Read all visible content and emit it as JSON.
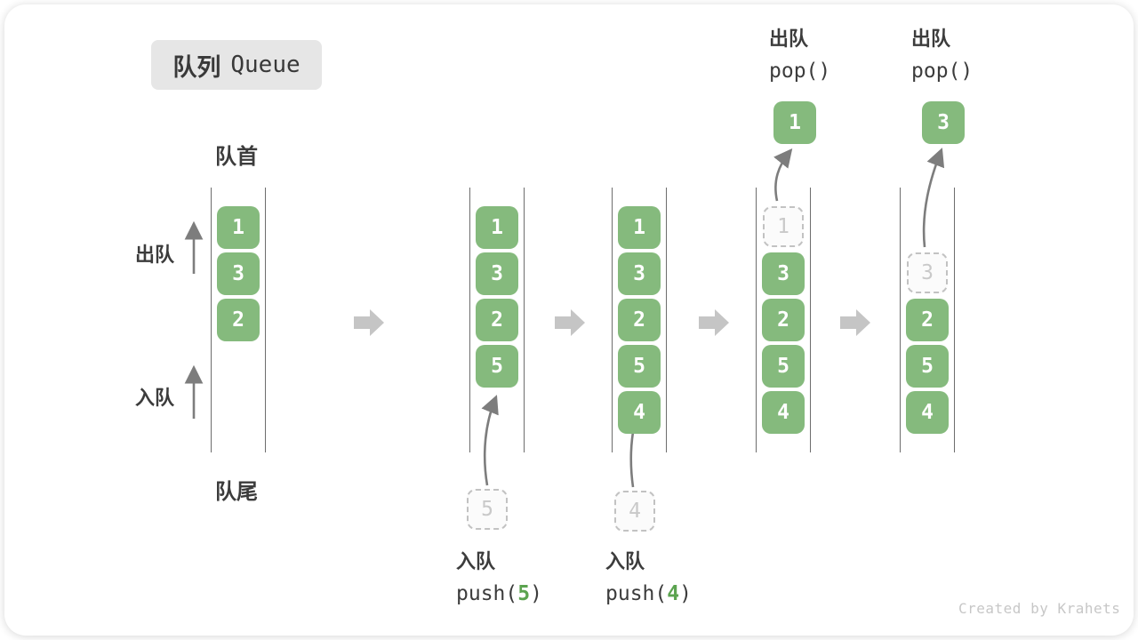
{
  "title": {
    "zh": "队列",
    "en": "Queue"
  },
  "labels": {
    "front": "队首",
    "rear": "队尾",
    "dequeue": "出队",
    "enqueue": "入队"
  },
  "operations": {
    "push5": {
      "label": "入队",
      "fn": "push(",
      "arg": "5",
      "close": ")"
    },
    "push4": {
      "label": "入队",
      "fn": "push(",
      "arg": "4",
      "close": ")"
    },
    "pop1": {
      "label": "出队",
      "code": "pop()"
    },
    "pop2": {
      "label": "出队",
      "code": "pop()"
    }
  },
  "states": [
    {
      "cells": [
        {
          "row": 1,
          "v": "1"
        },
        {
          "row": 2,
          "v": "3"
        },
        {
          "row": 3,
          "v": "2"
        }
      ]
    },
    {
      "cells": [
        {
          "row": 1,
          "v": "1"
        },
        {
          "row": 2,
          "v": "3"
        },
        {
          "row": 3,
          "v": "2"
        },
        {
          "row": 4,
          "v": "5"
        }
      ],
      "incoming": {
        "v": "5"
      }
    },
    {
      "cells": [
        {
          "row": 1,
          "v": "1"
        },
        {
          "row": 2,
          "v": "3"
        },
        {
          "row": 3,
          "v": "2"
        },
        {
          "row": 4,
          "v": "5"
        },
        {
          "row": 5,
          "v": "4"
        }
      ],
      "incoming": {
        "v": "4"
      }
    },
    {
      "cells": [
        {
          "row": 1,
          "v": "1",
          "ghost": true
        },
        {
          "row": 2,
          "v": "3"
        },
        {
          "row": 3,
          "v": "2"
        },
        {
          "row": 4,
          "v": "5"
        },
        {
          "row": 5,
          "v": "4"
        }
      ],
      "popped": "1"
    },
    {
      "cells": [
        {
          "row": 2,
          "v": "3",
          "ghost": true
        },
        {
          "row": 3,
          "v": "2"
        },
        {
          "row": 4,
          "v": "5"
        },
        {
          "row": 5,
          "v": "4"
        }
      ],
      "popped": "3"
    }
  ],
  "watermark": "Created by Krahets",
  "colors": {
    "cell_green": "#85ba7d",
    "code_arg_green": "#5ba34f",
    "block_arrow_gray": "#c5c5c5",
    "thin_arrow_gray": "#7d7d7d",
    "channel_line": "#6d6d6d",
    "badge_bg": "#e6e6e6",
    "ghost_border": "#c2c2c2",
    "watermark_gray": "#c7c7c7",
    "text_dark": "#3c3c3c"
  }
}
